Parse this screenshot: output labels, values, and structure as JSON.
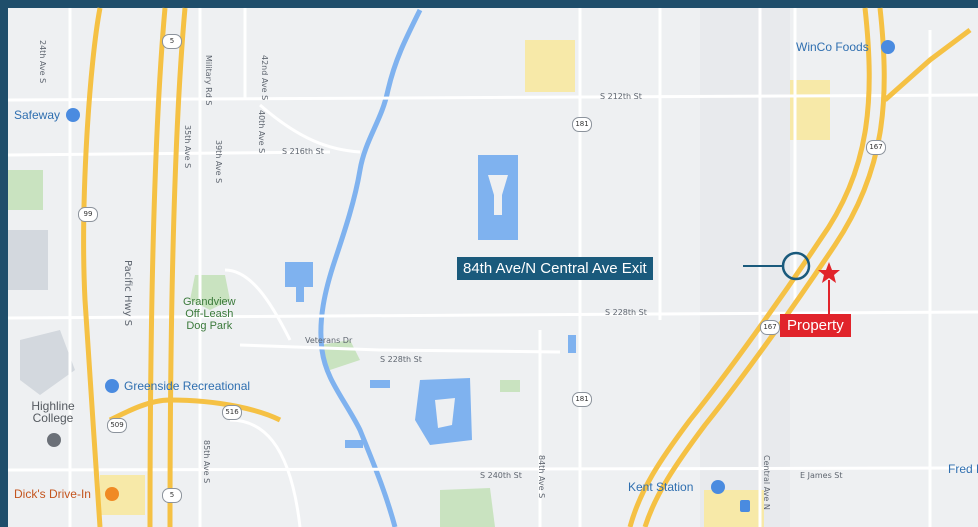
{
  "callouts": {
    "exit": "84th Ave/N Central Ave Exit",
    "property": "Property"
  },
  "places": {
    "winco": "WinCo Foods",
    "safeway": "Safeway",
    "greenside": "Greenside Recreational",
    "highline": "Highline College",
    "dicks": "Dick's Drive-In",
    "kent_station": "Kent Station",
    "fred": "Fred M"
  },
  "parks": {
    "grandview_1": "Grandview",
    "grandview_2": "Off-Leash",
    "grandview_3": "Dog Park"
  },
  "streets": {
    "s212th": "S 212th St",
    "s216th": "S 216th St",
    "s228th_east": "S 228th St",
    "s228th_west": "S 228th St",
    "s240th": "S 240th St",
    "james": "E James St",
    "veterans": "Veterans Dr",
    "pacific": "Pacific Hwy S",
    "ave24": "24th Ave S",
    "ave35": "35th Ave S",
    "ave39": "39th Ave S",
    "ave40": "40th Ave S",
    "ave42": "42nd Ave S",
    "military": "Military Rd S",
    "ave84": "84th Ave S",
    "central": "Central Ave N",
    "ave85": "85th Ave S"
  },
  "shields": {
    "i5_north": "5",
    "i5_south": "5",
    "sr99": "99",
    "sr181_north": "181",
    "sr181_south": "181",
    "sr167_north": "167",
    "sr167_south": "167",
    "sr516": "516",
    "sr509": "509"
  },
  "colors": {
    "background": "#eef0f2",
    "frame": "#1f4e6b",
    "highway": "#f5c144",
    "water": "#7fb2ef",
    "park": "#c9e3c0",
    "callout_blue": "#1a5a7c",
    "callout_red": "#e1242b"
  },
  "icons": {
    "winco": "shopping-cart-icon",
    "safeway": "shopping-cart-icon",
    "greenside": "recreation-pin-icon",
    "highline": "school-pin-icon",
    "dicks": "restaurant-icon",
    "kent_station": "train-station-icon",
    "property": "star-icon"
  }
}
